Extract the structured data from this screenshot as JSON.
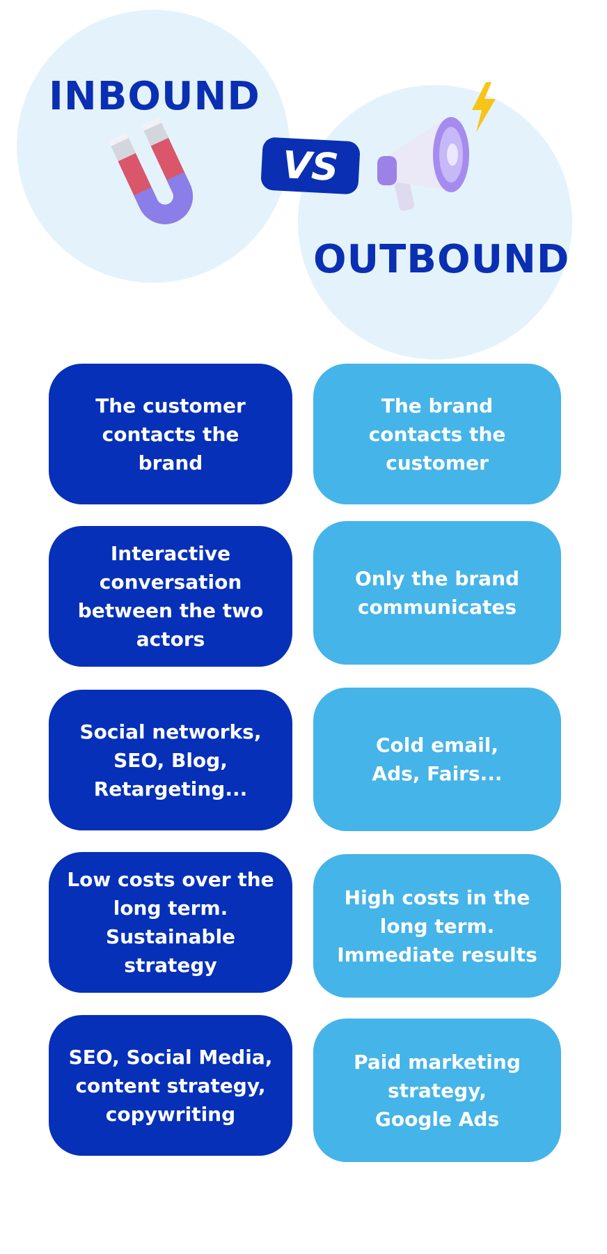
{
  "header": {
    "inbound_title": "INBOUND",
    "outbound_title": "OUTBOUND",
    "vs_label": "VS"
  },
  "icons": [
    "magnet-icon",
    "megaphone-icon",
    "lightning-bolt-icon"
  ],
  "colors": {
    "inbound_card": "#0630b8",
    "outbound_card": "#45b4e8",
    "title": "#0a2fb3",
    "circle": "#e4f3fb"
  },
  "comparison": {
    "inbound": [
      "The customer\ncontacts the\nbrand",
      "Interactive\nconversation\nbetween the two\nactors",
      "Social networks,\nSEO, Blog,\nRetargeting...",
      "Low costs over the\nlong term.\nSustainable strategy",
      "SEO, Social Media,\ncontent strategy,\ncopywriting"
    ],
    "outbound": [
      "The brand\ncontacts the\ncustomer",
      "Only the brand\ncommunicates",
      "Cold email,\nAds, Fairs...",
      "High costs in the\nlong term.\nImmediate results",
      "Paid marketing\nstrategy,\nGoogle Ads"
    ]
  }
}
